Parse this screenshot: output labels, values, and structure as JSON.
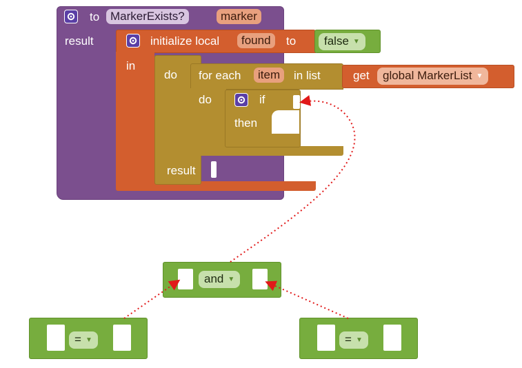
{
  "procedure": {
    "to_label": "to",
    "name": "MarkerExists?",
    "param": "marker",
    "result_label": "result"
  },
  "local_block": {
    "text": "initialize local",
    "var_name": "found",
    "to_label": "to",
    "in_label": "in",
    "initial_value": "false"
  },
  "do_block": {
    "do_label": "do",
    "result_label": "result"
  },
  "foreach_block": {
    "for_each_label": "for each",
    "item_name": "item",
    "in_list_label": "in list",
    "do_label": "do"
  },
  "get_block": {
    "get_label": "get",
    "var_name": "global MarkerList"
  },
  "if_block": {
    "if_label": "if",
    "then_label": "then"
  },
  "logic_and": {
    "op": "and"
  },
  "compare_left": {
    "op": "="
  },
  "compare_right": {
    "op": "="
  },
  "colors": {
    "procedure": "#7b4f8e",
    "local": "#d35e2e",
    "control": "#b38e30",
    "logic": "#77ad3e",
    "field": "#e8a07e",
    "arrow": "#e11919"
  },
  "icons": [
    "gear-icon",
    "dropdown-arrow-icon"
  ]
}
